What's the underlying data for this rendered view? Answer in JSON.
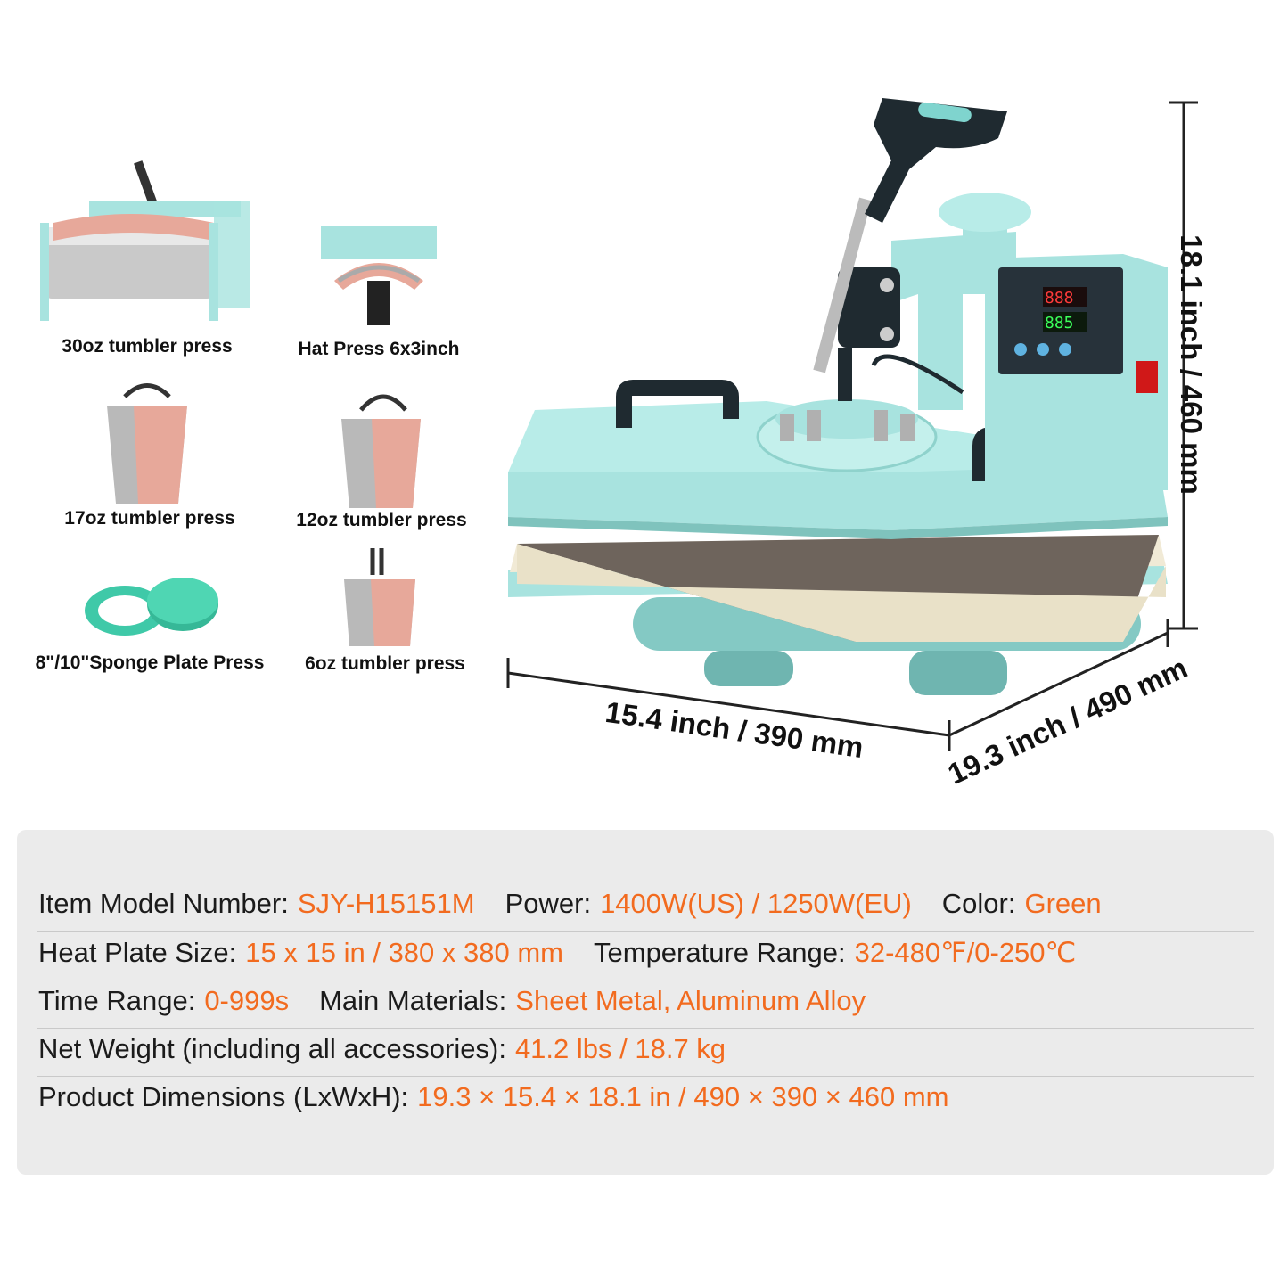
{
  "accessories": [
    {
      "label": "30oz tumbler press"
    },
    {
      "label": "Hat Press 6x3inch"
    },
    {
      "label": "17oz tumbler press"
    },
    {
      "label": "12oz tumbler press"
    },
    {
      "label": "8\"/10\"Sponge Plate Press"
    },
    {
      "label": "6oz tumbler press"
    }
  ],
  "dimensions": {
    "height": "18.1 inch / 460 mm",
    "width": "15.4 inch / 390 mm",
    "depth": "19.3 inch / 490 mm"
  },
  "control_panel": {
    "display_top": "888",
    "display_bottom": "885"
  },
  "specs": {
    "model_label": "Item Model Number:",
    "model_value": "SJY-H15151M",
    "power_label": "Power:",
    "power_value": "1400W(US) / 1250W(EU)",
    "color_label": "Color:",
    "color_value": "Green",
    "plate_label": "Heat Plate Size:",
    "plate_value": "15 x 15 in / 380 x 380 mm",
    "temp_label": "Temperature Range:",
    "temp_value": "32-480℉/0-250℃",
    "time_label": "Time Range:",
    "time_value": "0-999s",
    "materials_label": "Main Materials:",
    "materials_value": "Sheet Metal, Aluminum Alloy",
    "weight_label": "Net Weight (including all accessories):",
    "weight_value": "41.2 lbs / 18.7 kg",
    "dims_label": "Product Dimensions (LxWxH):",
    "dims_value": "19.3 × 15.4 × 18.1 in / 490 × 390 × 460 mm"
  },
  "colors": {
    "machine": "#a8e3df",
    "accent": "#f26b1f",
    "panel_bg": "#ebebeb"
  }
}
